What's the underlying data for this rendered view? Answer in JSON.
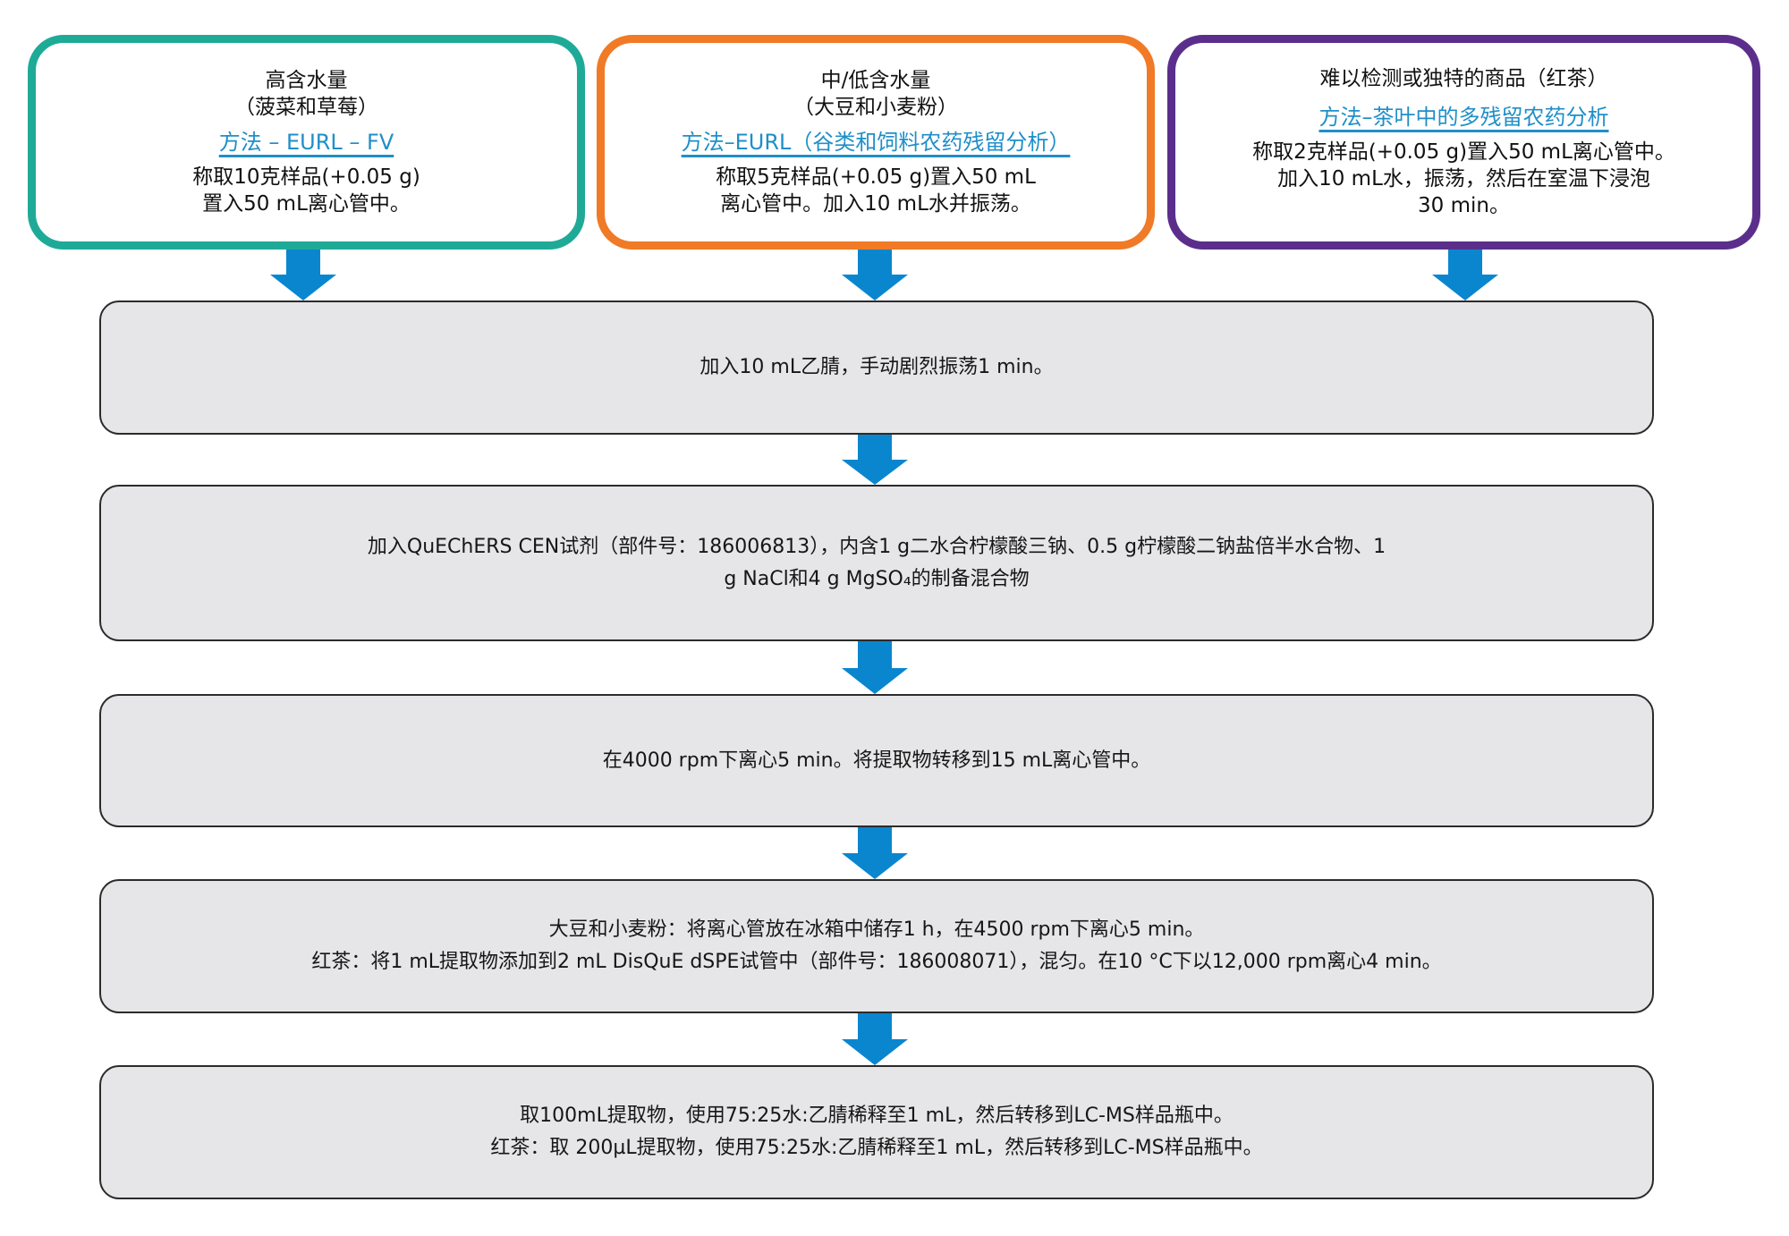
{
  "colors": {
    "high_water": "#1faa98",
    "low_water": "#f07a26",
    "difficult": "#5b2e8c",
    "link": "#1f8fc8",
    "arrow": "#0a86cf",
    "step_fill": "#e6e6e8",
    "step_border": "#2b2b2b"
  },
  "categories": [
    {
      "title": "高含水量",
      "subtitle": "（菠菜和草莓）",
      "method_link": "方法 – EURL – FV",
      "body": [
        "称取10克样品(+0.05 g)",
        "置入50 mL离心管中。"
      ]
    },
    {
      "title": "中/低含水量",
      "subtitle": "（大豆和小麦粉）",
      "method_link": "方法–EURL（谷类和饲料农药残留分析）",
      "body": [
        "称取5克样品(+0.05 g)置入50 mL",
        "离心管中。加入10 mL水并振荡。"
      ]
    },
    {
      "title": "难以检测或独特的商品（红茶）",
      "method_link": "方法–茶叶中的多残留农药分析",
      "body": [
        "称取2克样品(+0.05 g)置入50 mL离心管中。",
        "加入10 mL水，振荡，然后在室温下浸泡",
        "30 min。"
      ]
    }
  ],
  "steps": [
    {
      "lines": [
        "加入10 mL乙腈，手动剧烈振荡1 min。"
      ]
    },
    {
      "lines": [
        "加入QuEChERS CEN试剂（部件号：186006813），内含1 g二水合柠檬酸三钠、0.5 g柠檬酸二钠盐倍半水合物、1",
        "g NaCl和4 g MgSO₄的制备混合物"
      ]
    },
    {
      "lines": [
        "在4000 rpm下离心5 min。将提取物转移到15 mL离心管中。"
      ]
    },
    {
      "lines": [
        "大豆和小麦粉：将离心管放在冰箱中储存1 h，在4500 rpm下离心5 min。",
        "红茶：将1 mL提取物添加到2 mL DisQuE dSPE试管中（部件号：186008071），混匀。在10 °C下以12,000 rpm离心4 min。"
      ]
    },
    {
      "lines": [
        "取100mL提取物，使用75:25水:乙腈稀释至1 mL，然后转移到LC-MS样品瓶中。",
        "红茶：取 200µL提取物，使用75:25水:乙腈稀释至1 mL，然后转移到LC-MS样品瓶中。"
      ]
    }
  ]
}
